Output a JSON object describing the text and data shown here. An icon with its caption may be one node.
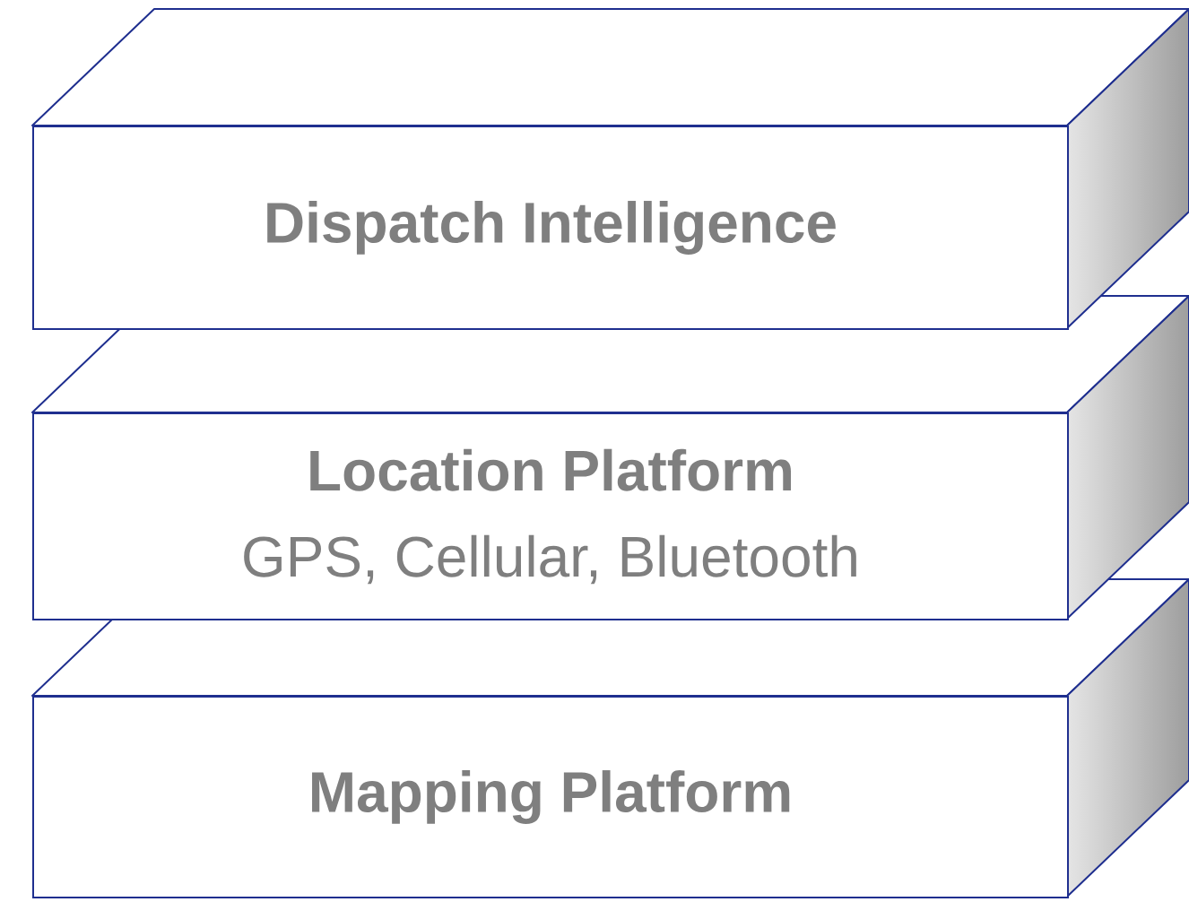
{
  "diagram": {
    "nodes": [
      {
        "text": [
          "Dispatch Intelligence"
        ]
      },
      {
        "text": [
          "Location Platform",
          "GPS, Cellular, Bluetooth"
        ]
      },
      {
        "text": [
          "Mapping Platform"
        ]
      }
    ]
  }
}
